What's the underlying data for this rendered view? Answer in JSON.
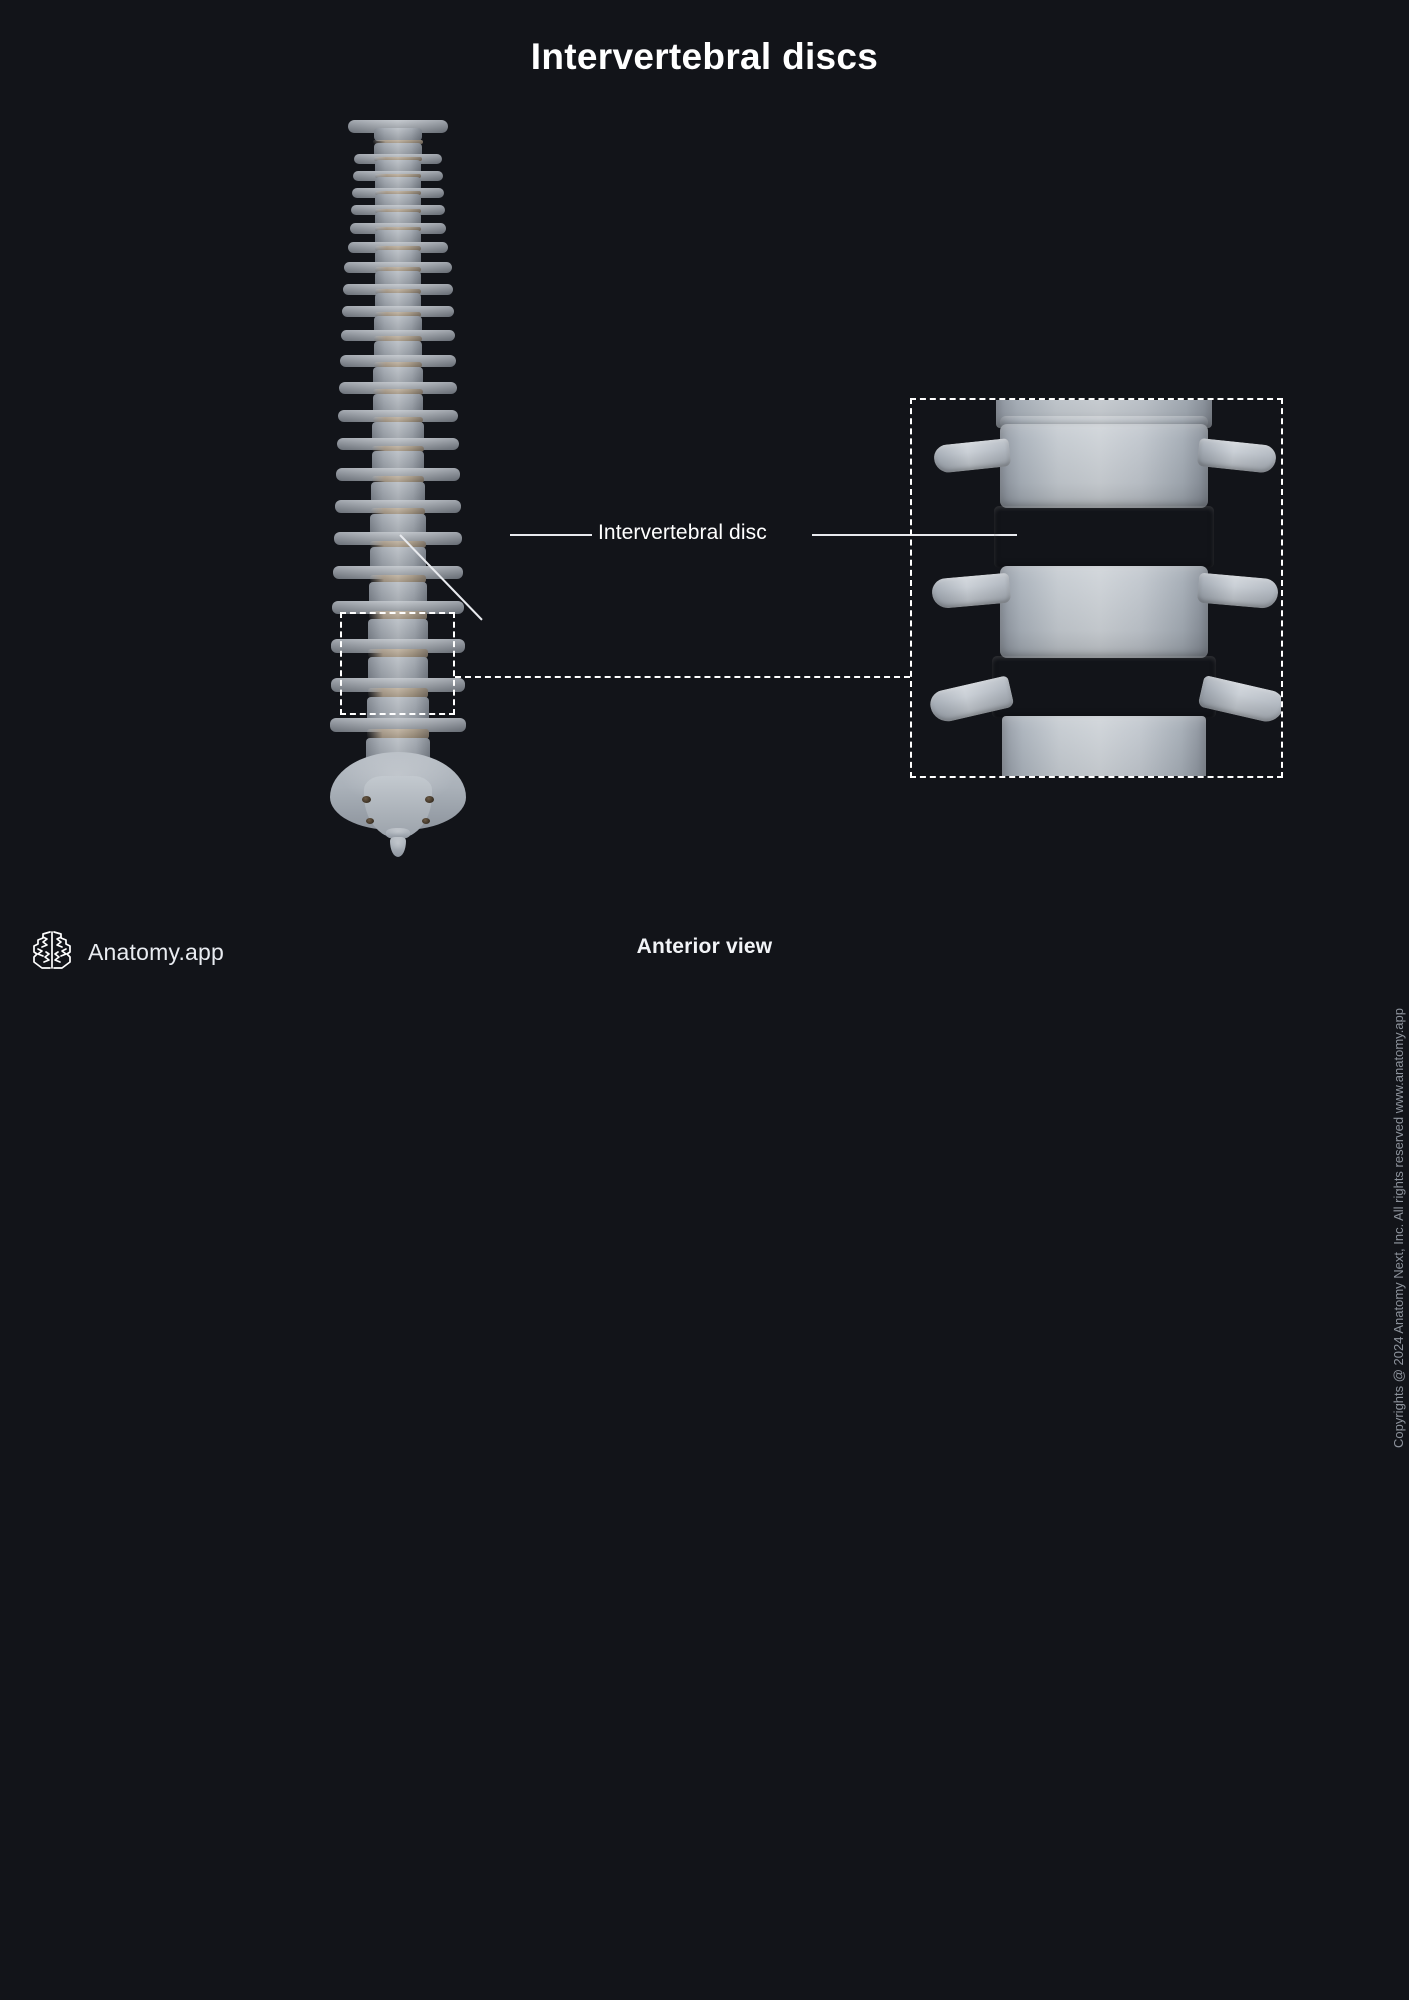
{
  "header": {
    "title": "Intervertebral discs"
  },
  "footer": {
    "view_caption": "Anterior view",
    "logo_text": "Anatomy.app",
    "logo_icon": "brain-icon"
  },
  "copyright": {
    "text": "Copyrights @ 2024 Anatomy Next, Inc. All rights reserved www.anatomy.app"
  },
  "annotations": {
    "disc_label": "Intervertebral disc"
  },
  "colors": {
    "background": "#121419",
    "title_text": "#ffffff",
    "label_text": "#ffffff",
    "leader_line": "#e8eaee",
    "dashed_border": "#ffffff",
    "copyright_text": "#8d939c",
    "vertebral_body": "#b0b5bc",
    "intervertebral_disc": "#b5a595",
    "logo_text": "#e9ecf1"
  },
  "illustration": {
    "main_view": "vertebral-column-anterior",
    "zoom_view": "lumbar-vertebrae-magnified",
    "selection_region": "lumbar-spine"
  }
}
